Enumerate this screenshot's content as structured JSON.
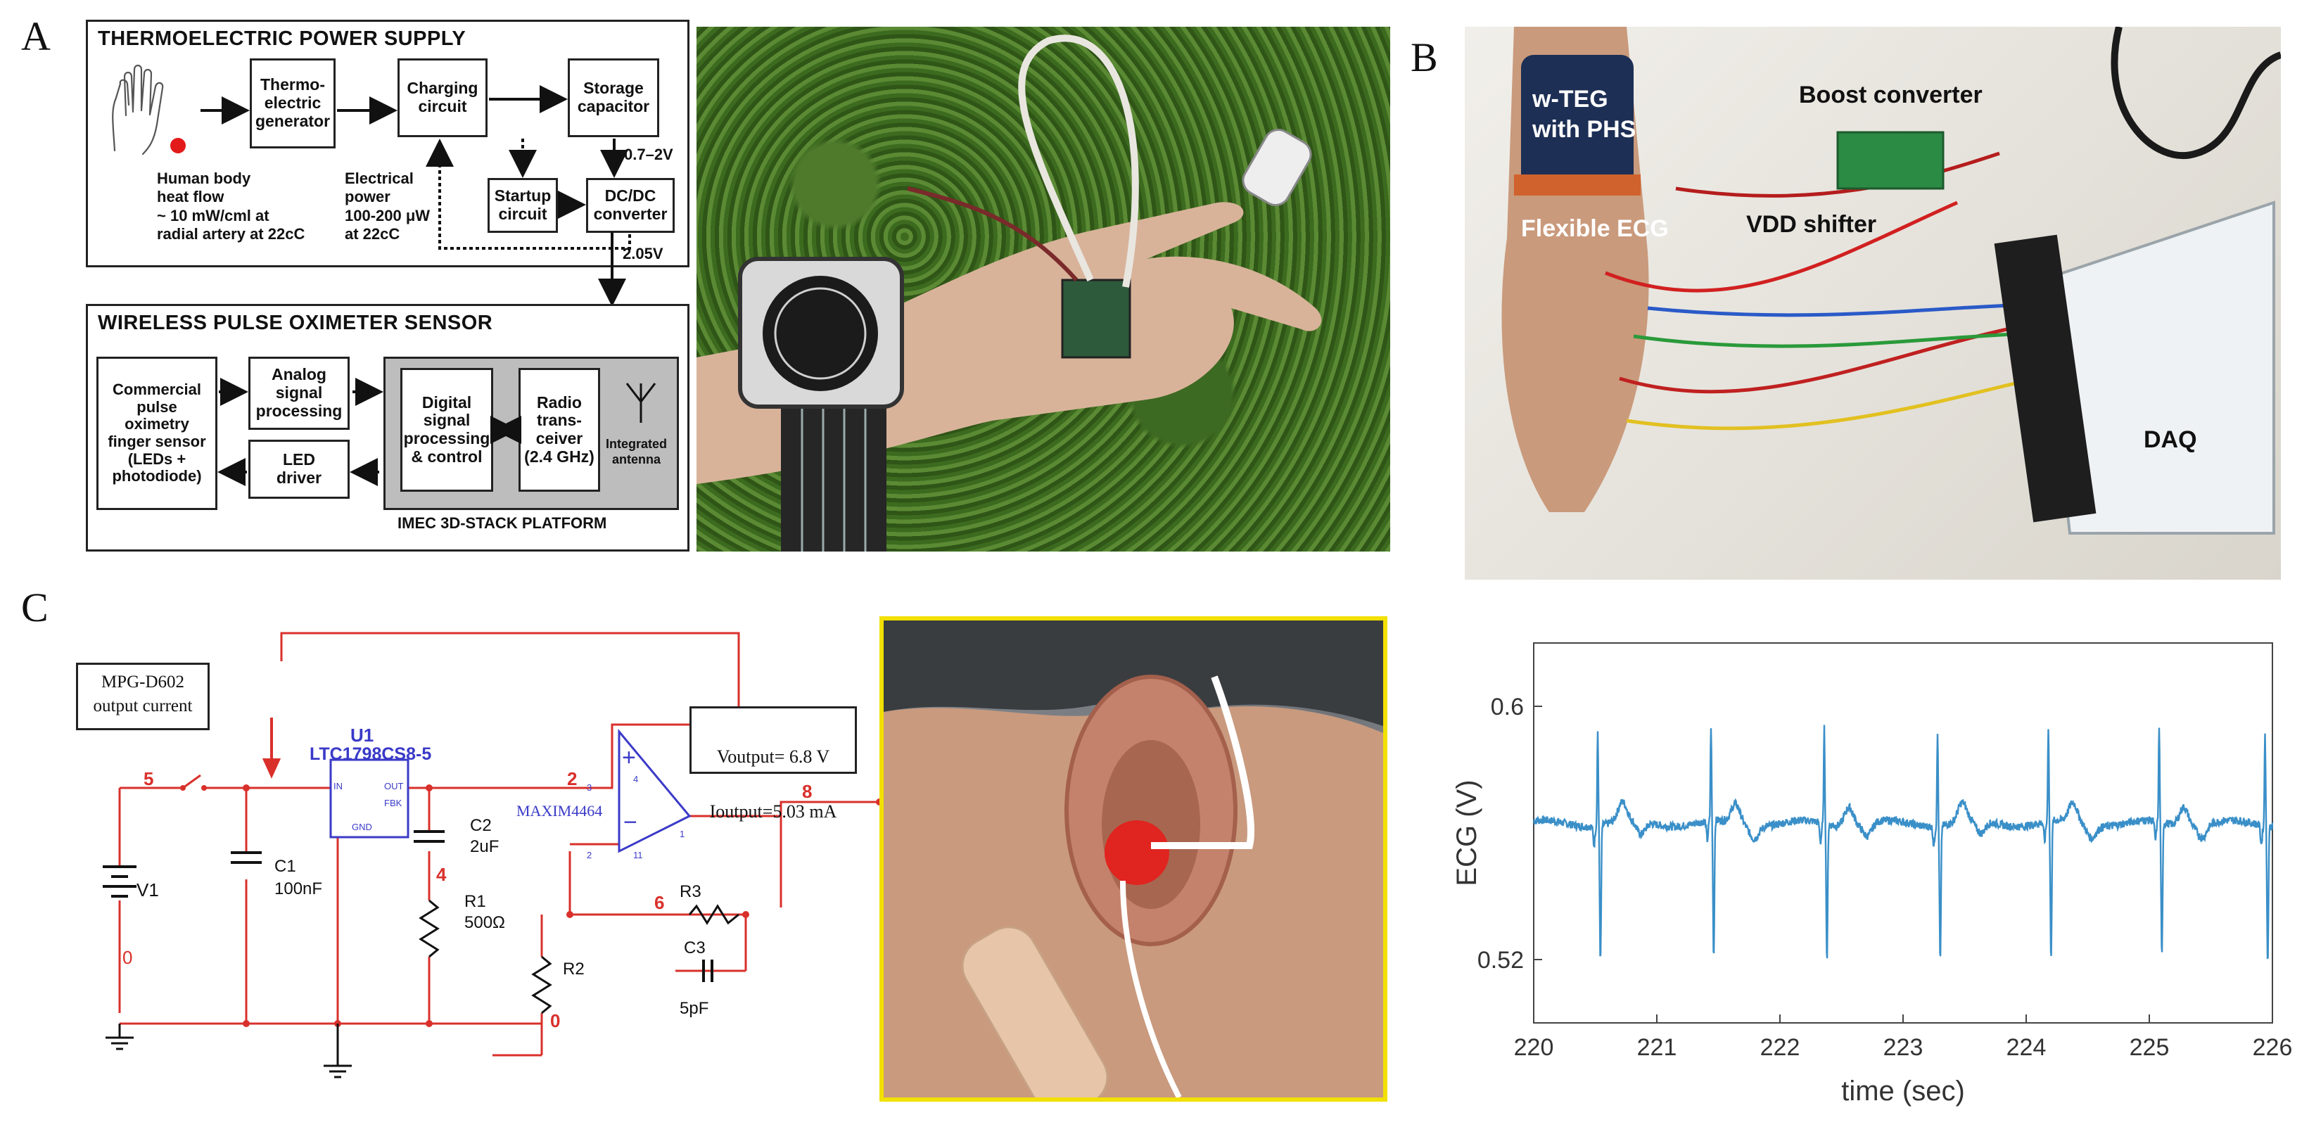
{
  "panel_labels": {
    "a": "A",
    "b": "B",
    "c": "C"
  },
  "panel_a": {
    "power_title": "THERMOELECTRIC POWER SUPPLY",
    "sensor_title": "WIRELESS PULSE OXIMETER SENSOR",
    "blocks": {
      "teg": "Thermo-\nelectric\ngenerator",
      "charging": "Charging\ncircuit",
      "storage": "Storage\ncapacitor",
      "startup": "Startup\ncircuit",
      "dcdc": "DC/DC\nconverter",
      "finger": "Commercial\npulse\noximetry\nfinger sensor\n(LEDs +\nphotodiode)",
      "analog": "Analog\nsignal\nprocessing",
      "led": "LED\ndriver",
      "dsp": "Digital\nsignal\nprocessing\n& control",
      "radio": "Radio\ntrans-\nceiver\n(2.4 GHz)",
      "antenna": "Integrated\nantenna"
    },
    "notes": {
      "heat": "Human body\nheat flow\n~ 10 mW/cml  at\nradial artery at 22cC",
      "power": "Electrical\npower\n100-200 μW\nat 22cC",
      "v1": "0.7–2V",
      "v2": "2.05V",
      "platform": "IMEC 3D-STACK PLATFORM"
    }
  },
  "panel_b": {
    "labels": {
      "wteg": "w-TEG\nwith PHS",
      "boost": "Boost converter",
      "ecg": "Flexible ECG",
      "vdd": "VDD shifter",
      "daq": "DAQ"
    }
  },
  "panel_c": {
    "source_box": "MPG-D602\noutput current",
    "u1_ref": "U1",
    "u1_part": "LTC1798CS8-5",
    "u1_pins": {
      "in": "IN",
      "out": "OUT",
      "fbk": "FBK",
      "gnd": "GND"
    },
    "output_box_v": "Voutput= 6.8 V",
    "output_box_i": "Ioutput=5.03 mA",
    "opamp": "MAXIM4464",
    "parts": {
      "v1": "V1",
      "c1": "C1",
      "c1v": "100nF",
      "c2": "C2",
      "c2v": "2uF",
      "r1": "R1",
      "r1v": "500Ω",
      "r2": "R2",
      "r3": "R3",
      "c3": "C3",
      "c3v": "5pF"
    },
    "nodes": {
      "n5": "5",
      "n2": "2",
      "n4": "4",
      "n6": "6",
      "n8": "8",
      "n0a": "0",
      "n0b": "0"
    },
    "pins": {
      "p4": "4",
      "p11": "11",
      "p3": "3",
      "p2": "2",
      "p1": "1"
    },
    "op_signs": {
      "plus": "+",
      "minus": "−"
    }
  },
  "chart_data": {
    "type": "line",
    "xlabel": "time (sec)",
    "ylabel": "ECG (V)",
    "xlim": [
      220,
      226
    ],
    "ylim": [
      0.5,
      0.62
    ],
    "xticks": [
      220,
      221,
      222,
      223,
      224,
      225,
      226
    ],
    "yticks": [
      0.52,
      0.6
    ],
    "ytick_labels": [
      "0.52",
      "0.6"
    ],
    "baseline": 0.563,
    "beats": [
      220.52,
      221.44,
      222.36,
      223.28,
      224.18,
      225.08,
      225.94
    ],
    "r_peak": 0.593,
    "s_trough": 0.52,
    "line_color": "#3a8fc8"
  }
}
